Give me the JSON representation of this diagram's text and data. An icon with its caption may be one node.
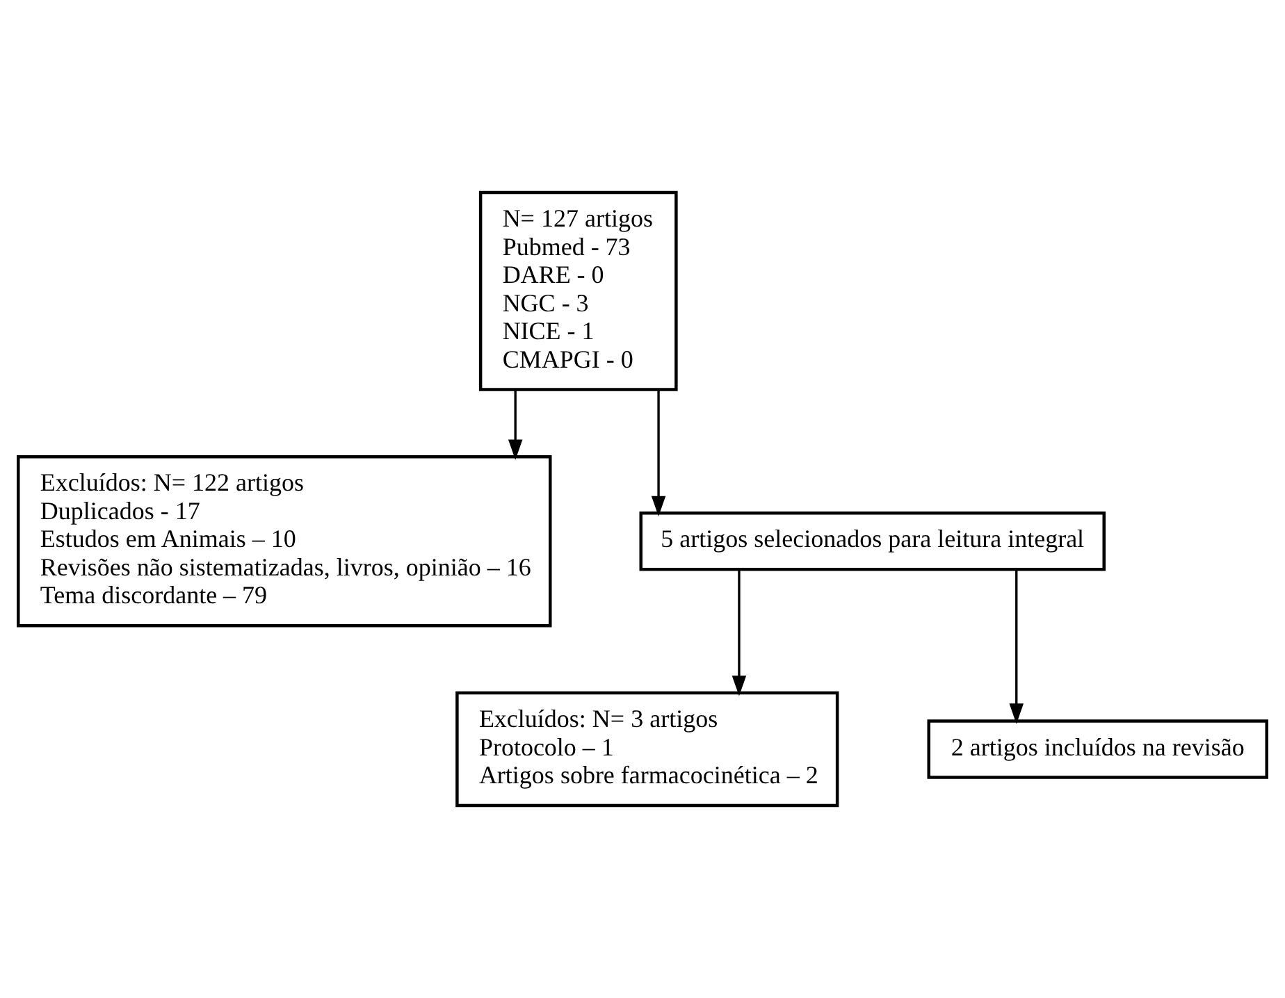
{
  "diagram": {
    "nodes": [
      {
        "text": [
          "N= 127 artigos",
          "Pubmed - 73",
          "DARE - 0",
          "NGC - 3",
          "NICE - 1",
          "CMAPGI - 0"
        ]
      },
      {
        "text": [
          "Excluídos: N= 122 artigos",
          "Duplicados - 17",
          "Estudos em Animais – 10",
          "Revisões não sistematizadas, livros, opinião – 16",
          "Tema discordante – 79"
        ]
      },
      {
        "text": [
          "5 artigos selecionados para leitura integral"
        ]
      },
      {
        "text": [
          "Excluídos: N= 3 artigos",
          "Protocolo – 1",
          "Artigos sobre farmacocinética – 2"
        ]
      },
      {
        "text": [
          "2 artigos incluídos na revisão"
        ]
      }
    ],
    "edges": [
      {
        "from": 0,
        "to": 2,
        "arrow": "to"
      },
      {
        "from": 0,
        "to": 1,
        "arrow": "to"
      },
      {
        "from": 2,
        "to": 4,
        "arrow": "to"
      },
      {
        "from": 2,
        "to": 3,
        "arrow": "to"
      }
    ]
  }
}
